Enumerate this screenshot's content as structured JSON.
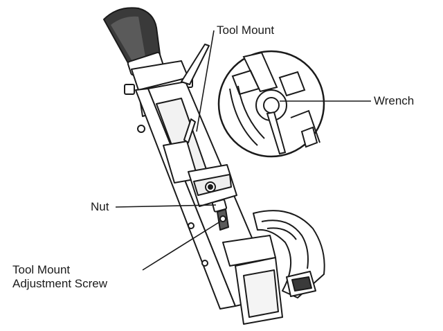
{
  "diagram": {
    "labels": {
      "tool_mount": "Tool Mount",
      "wrench": "Wrench",
      "nut": "Nut",
      "adjustment_screw_line1": "Tool Mount",
      "adjustment_screw_line2": "Adjustment Screw"
    },
    "colors": {
      "line": "#1a1a1a",
      "body_fill": "#ffffff",
      "shade": "#3a3a3a"
    }
  }
}
